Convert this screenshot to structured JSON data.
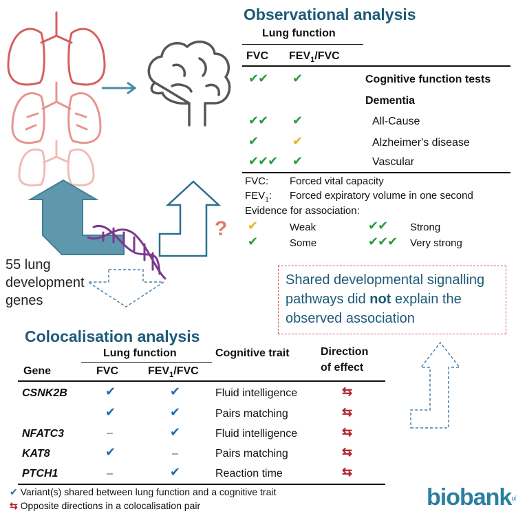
{
  "observational": {
    "title": "Observational analysis",
    "lung_function_header": "Lung function",
    "col_fvc": "FVC",
    "col_fev_main": "FEV",
    "col_fev_sub": "1",
    "col_fev_tail": "/FVC",
    "rows": [
      {
        "label": "Cognitive function tests",
        "fvc": "✔✔",
        "fev": "✔",
        "fev_color": "green",
        "bold": true
      },
      {
        "label": "Dementia",
        "fvc": "",
        "fev": "",
        "bold": true
      },
      {
        "label": "All-Cause",
        "fvc": "✔✔",
        "fev": "✔",
        "fev_color": "green"
      },
      {
        "label": "Alzheimer's disease",
        "fvc": "✔",
        "fev": "✔",
        "fev_color": "yellow"
      },
      {
        "label": "Vascular",
        "fvc": "✔✔✔",
        "fev": "✔",
        "fev_color": "green"
      }
    ],
    "legend": {
      "fvc_abbr": "FVC:",
      "fvc_full": "Forced vital capacity",
      "fev_abbr_main": "FEV",
      "fev_abbr_sub": "1",
      "fev_abbr_tail": ":",
      "fev_full": "Forced expiratory volume in one second",
      "evidence_title": "Evidence for association:",
      "weak_mark": "✔",
      "weak": "Weak",
      "strong_mark": "✔✔",
      "strong": "Strong",
      "some_mark": "✔",
      "some": "Some",
      "very_strong_mark": "✔✔✔",
      "very_strong": "Very strong"
    }
  },
  "genes_label": {
    "line1": "55 lung",
    "line2": "development",
    "line3": "genes"
  },
  "question_mark": "?",
  "note": {
    "part1": "Shared developmental signalling pathways did ",
    "bold": "not",
    "part2": " explain the observed association"
  },
  "colocalisation": {
    "title": "Colocalisation analysis",
    "lung_function_header": "Lung function",
    "col_gene": "Gene",
    "col_fvc": "FVC",
    "col_fev_main": "FEV",
    "col_fev_sub": "1",
    "col_fev_tail": "/FVC",
    "col_trait": "Cognitive trait",
    "col_direction_1": "Direction",
    "col_direction_2": "of effect",
    "rows": [
      {
        "gene": "CSNK2B",
        "fvc": "✔",
        "fev": "✔",
        "trait": "Fluid intelligence",
        "dir": "⇆"
      },
      {
        "gene": "",
        "fvc": "✔",
        "fev": "✔",
        "trait": "Pairs matching",
        "dir": "⇆"
      },
      {
        "gene": "NFATC3",
        "fvc": "–",
        "fev": "✔",
        "trait": "Fluid intelligence",
        "dir": "⇆"
      },
      {
        "gene": "KAT8",
        "fvc": "✔",
        "fev": "–",
        "trait": "Pairs matching",
        "dir": "⇆"
      },
      {
        "gene": "PTCH1",
        "fvc": "–",
        "fev": "✔",
        "trait": "Reaction time",
        "dir": "⇆"
      }
    ],
    "footnote_1_mark": "✔",
    "footnote_1": "Variant(s) shared between lung function and a cognitive trait",
    "footnote_2_mark": "⇆",
    "footnote_2": "Opposite directions in a colocalisation pair"
  },
  "logo": {
    "text": "biobank",
    "suffix": "uk"
  }
}
